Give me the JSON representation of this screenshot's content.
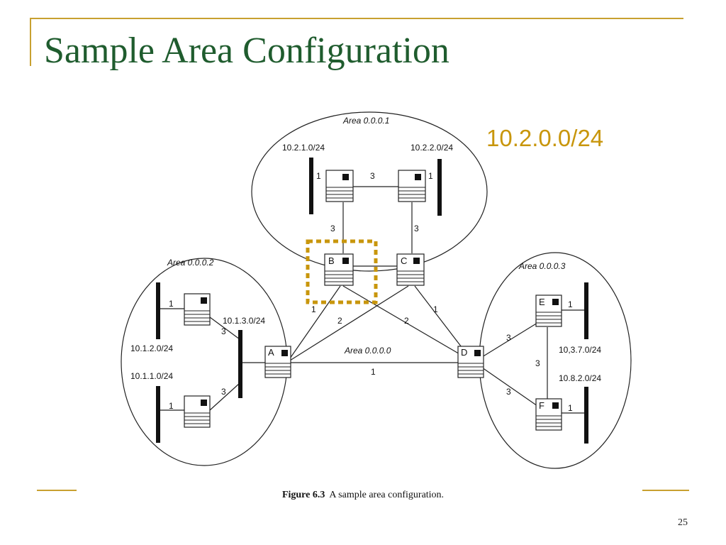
{
  "slide": {
    "title": "Sample Area Configuration",
    "annotation": "10.2.0.0/24",
    "page_number": "25",
    "colors": {
      "title": "#1f5c2e",
      "accent": "#c8a030",
      "annotation": "#c8960c"
    }
  },
  "figure": {
    "caption_number": "Figure 6.3",
    "caption_text": "A sample area configuration.",
    "areas": {
      "a1": "Area 0.0.0.1",
      "a2": "Area 0.0.0.2",
      "a3": "Area 0.0.0.3",
      "a0": "Area 0.0.0.0"
    },
    "routers": {
      "A": "A",
      "B": "B",
      "C": "C",
      "D": "D",
      "E": "E",
      "F": "F"
    },
    "networks": {
      "n1": "10.2.1.0/24",
      "n2": "10.2.2.0/24",
      "n3": "10.1.3.0/24",
      "n4": "10.1.2.0/24",
      "n5": "10.1.1.0/24",
      "n6": "10,3.7.0/24",
      "n7": "10.8.2.0/24"
    },
    "costs": {
      "c1": "1",
      "c2": "3",
      "c3": "1",
      "c4": "3",
      "c5": "3",
      "c6": "1",
      "c7": "2",
      "c8": "2",
      "c9": "1",
      "c10": "1",
      "c11": "3",
      "c12": "3",
      "c13": "1",
      "c14": "1",
      "c15": "3",
      "c16": "3",
      "c17": "3",
      "c18": "1",
      "c19": "1"
    }
  }
}
